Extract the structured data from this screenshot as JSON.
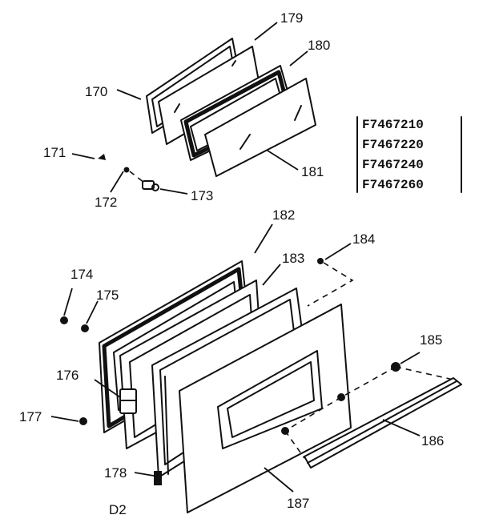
{
  "diagram": {
    "model_numbers": [
      "F7467210",
      "F7467220",
      "F7467240",
      "F7467260"
    ],
    "page_code": "D2",
    "part_labels": {
      "p170": "170",
      "p171": "171",
      "p172": "172",
      "p173": "173",
      "p174": "174",
      "p175": "175",
      "p176": "176",
      "p177": "177",
      "p178": "178",
      "p179": "179",
      "p180": "180",
      "p181": "181",
      "p182": "182",
      "p183": "183",
      "p184": "184",
      "p185": "185",
      "p186": "186",
      "p187": "187"
    }
  }
}
